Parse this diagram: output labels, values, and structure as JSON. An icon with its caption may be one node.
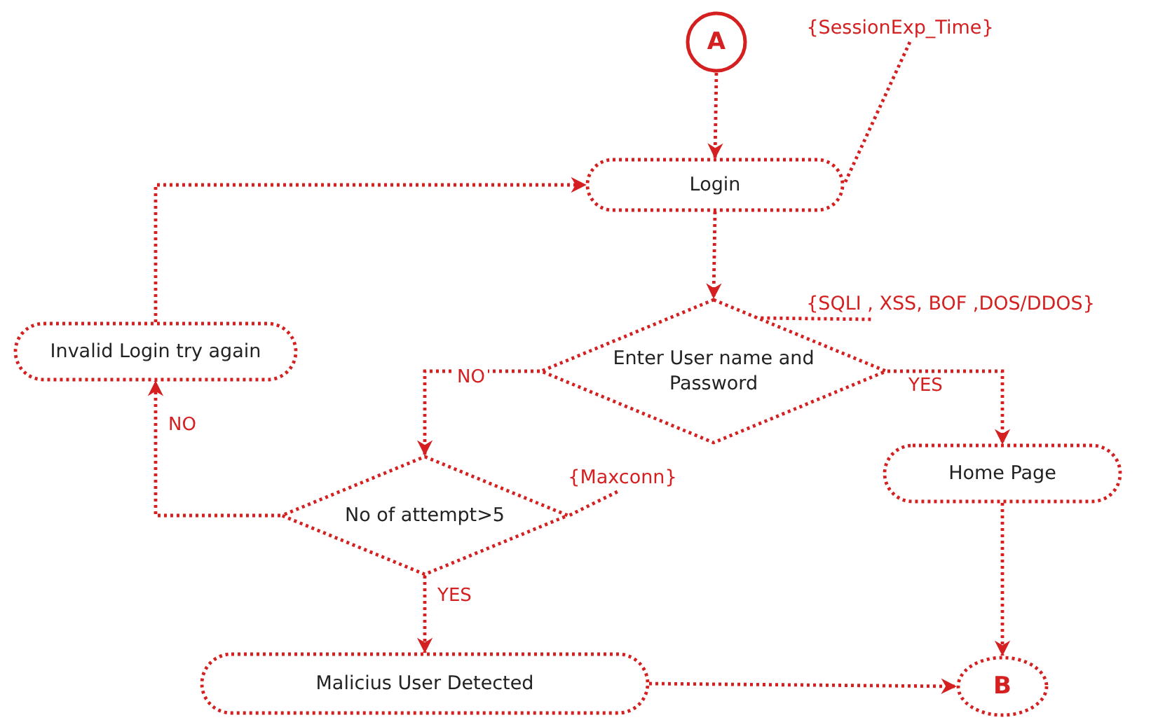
{
  "diagram": {
    "nodes": [
      {
        "text": [
          "A"
        ]
      },
      {
        "text": [
          "Login"
        ]
      },
      {
        "text": [
          "Enter User name and Password"
        ]
      },
      {
        "text": [
          "Invalid Login try again"
        ]
      },
      {
        "text": [
          "Home Page"
        ]
      },
      {
        "text": [
          "No of attempt>5"
        ]
      },
      {
        "text": [
          "Malicius User Detected"
        ]
      },
      {
        "text": [
          "B"
        ]
      },
      {
        "text": [
          "{SessionExp_Time}"
        ]
      },
      {
        "text": [
          "{SQLI , XSS, BOF ,DOS/DDOS}"
        ]
      },
      {
        "text": [
          "{Maxconn}"
        ]
      }
    ],
    "edges": [
      {
        "from": 0,
        "to": 1,
        "arrow": "to"
      },
      {
        "from": 1,
        "to": 2,
        "arrow": "to"
      },
      {
        "from": 2,
        "to": 4,
        "arrow": "to",
        "label": "YES"
      },
      {
        "from": 2,
        "to": 5,
        "arrow": "to",
        "label": "NO"
      },
      {
        "from": 5,
        "to": 3,
        "arrow": "to",
        "label": "NO"
      },
      {
        "from": 5,
        "to": 6,
        "arrow": "to",
        "label": "YES"
      },
      {
        "from": 3,
        "to": 1,
        "arrow": "to"
      },
      {
        "from": 4,
        "to": 7,
        "arrow": "to"
      },
      {
        "from": 6,
        "to": 7,
        "arrow": "to"
      },
      {
        "from": 8,
        "to": 1,
        "arrow": "none"
      },
      {
        "from": 9,
        "to": 2,
        "arrow": "none"
      },
      {
        "from": 10,
        "to": 5,
        "arrow": "none"
      }
    ]
  }
}
